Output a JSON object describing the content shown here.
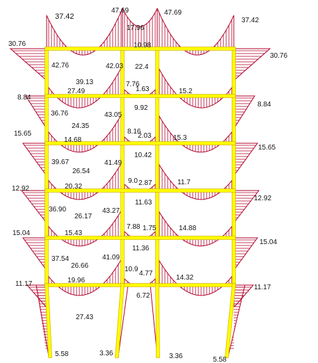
{
  "colors": {
    "frame": "#ffff00",
    "frame_edge": "#d8b400",
    "moment": "#b0002a",
    "hatch": "#b0002a",
    "text": "#111111"
  },
  "frame": {
    "stories": 6,
    "bays": 3
  },
  "labels": [
    {
      "id": "v1",
      "text": "37.42"
    },
    {
      "id": "v2",
      "text": "47.69"
    },
    {
      "id": "v3",
      "text": "17.96"
    },
    {
      "id": "v4",
      "text": "47.69"
    },
    {
      "id": "v5",
      "text": "37.42"
    },
    {
      "id": "v6",
      "text": "30.76"
    },
    {
      "id": "v7",
      "text": "10.98"
    },
    {
      "id": "v8",
      "text": "30.76"
    },
    {
      "id": "v9",
      "text": "42.76"
    },
    {
      "id": "v10",
      "text": "42.03"
    },
    {
      "id": "v11",
      "text": "22.4"
    },
    {
      "id": "v12",
      "text": "39.13"
    },
    {
      "id": "v13",
      "text": "27.49"
    },
    {
      "id": "v14",
      "text": "7.76"
    },
    {
      "id": "v15",
      "text": "1.63"
    },
    {
      "id": "v16",
      "text": "15.2"
    },
    {
      "id": "v17",
      "text": "8.84"
    },
    {
      "id": "v18",
      "text": "9.92"
    },
    {
      "id": "v19",
      "text": "8.84"
    },
    {
      "id": "v20",
      "text": "36.76"
    },
    {
      "id": "v21",
      "text": "43.05"
    },
    {
      "id": "v22",
      "text": "24.35"
    },
    {
      "id": "v23",
      "text": "15.65"
    },
    {
      "id": "v24",
      "text": "14.68"
    },
    {
      "id": "v25",
      "text": "8.16"
    },
    {
      "id": "v26",
      "text": "2.03"
    },
    {
      "id": "v27",
      "text": "15.3"
    },
    {
      "id": "v28",
      "text": "15.65"
    },
    {
      "id": "v29",
      "text": "10.42"
    },
    {
      "id": "v30",
      "text": "39.67"
    },
    {
      "id": "v31",
      "text": "41.49"
    },
    {
      "id": "v32",
      "text": "26.54"
    },
    {
      "id": "v33",
      "text": "9.0"
    },
    {
      "id": "v34",
      "text": "2.87"
    },
    {
      "id": "v35",
      "text": "11.7"
    },
    {
      "id": "v36",
      "text": "12.92"
    },
    {
      "id": "v37",
      "text": "20.32"
    },
    {
      "id": "v38",
      "text": "12.92"
    },
    {
      "id": "v39",
      "text": "11.63"
    },
    {
      "id": "v40",
      "text": "36.90"
    },
    {
      "id": "v41",
      "text": "43.27"
    },
    {
      "id": "v42",
      "text": "26.17"
    },
    {
      "id": "v43",
      "text": "7.88"
    },
    {
      "id": "v44",
      "text": "1.75"
    },
    {
      "id": "v45",
      "text": "14.88"
    },
    {
      "id": "v46",
      "text": "15.04"
    },
    {
      "id": "v47",
      "text": "15.43"
    },
    {
      "id": "v48",
      "text": "15.04"
    },
    {
      "id": "v49",
      "text": "11.36"
    },
    {
      "id": "v50",
      "text": "37.54"
    },
    {
      "id": "v51",
      "text": "41.09"
    },
    {
      "id": "v52",
      "text": "26.66"
    },
    {
      "id": "v53",
      "text": "10.9"
    },
    {
      "id": "v54",
      "text": "4.77"
    },
    {
      "id": "v55",
      "text": "11.17"
    },
    {
      "id": "v56",
      "text": "19.96"
    },
    {
      "id": "v57",
      "text": "14.32"
    },
    {
      "id": "v58",
      "text": "11.17"
    },
    {
      "id": "v59",
      "text": "6.72"
    },
    {
      "id": "v60",
      "text": "27.43"
    },
    {
      "id": "v61",
      "text": "5.58"
    },
    {
      "id": "v62",
      "text": "3.36"
    },
    {
      "id": "v63",
      "text": "3.36"
    },
    {
      "id": "v64",
      "text": "5.58"
    }
  ]
}
